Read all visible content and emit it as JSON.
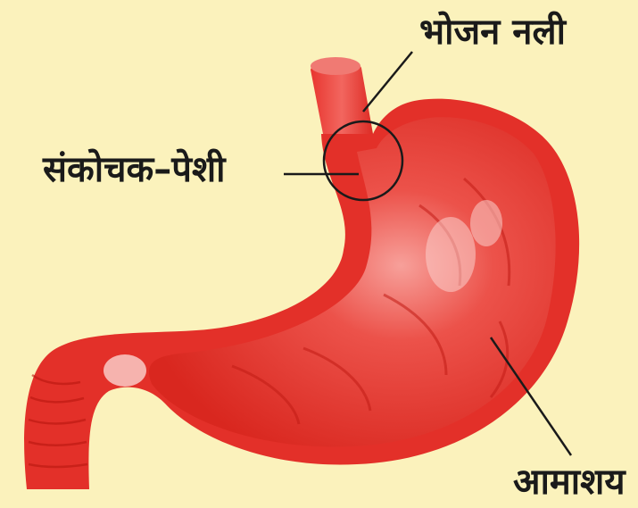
{
  "labels": {
    "esophagus": "भोजन नली",
    "sphincter": "संकोचक–पेशी",
    "stomach": "आमाशय"
  },
  "colors": {
    "background": "#fbf2bc",
    "organ": "#e8352e",
    "organ_dark": "#c62019",
    "organ_light": "#f4807a",
    "line": "#1a1a1a"
  }
}
